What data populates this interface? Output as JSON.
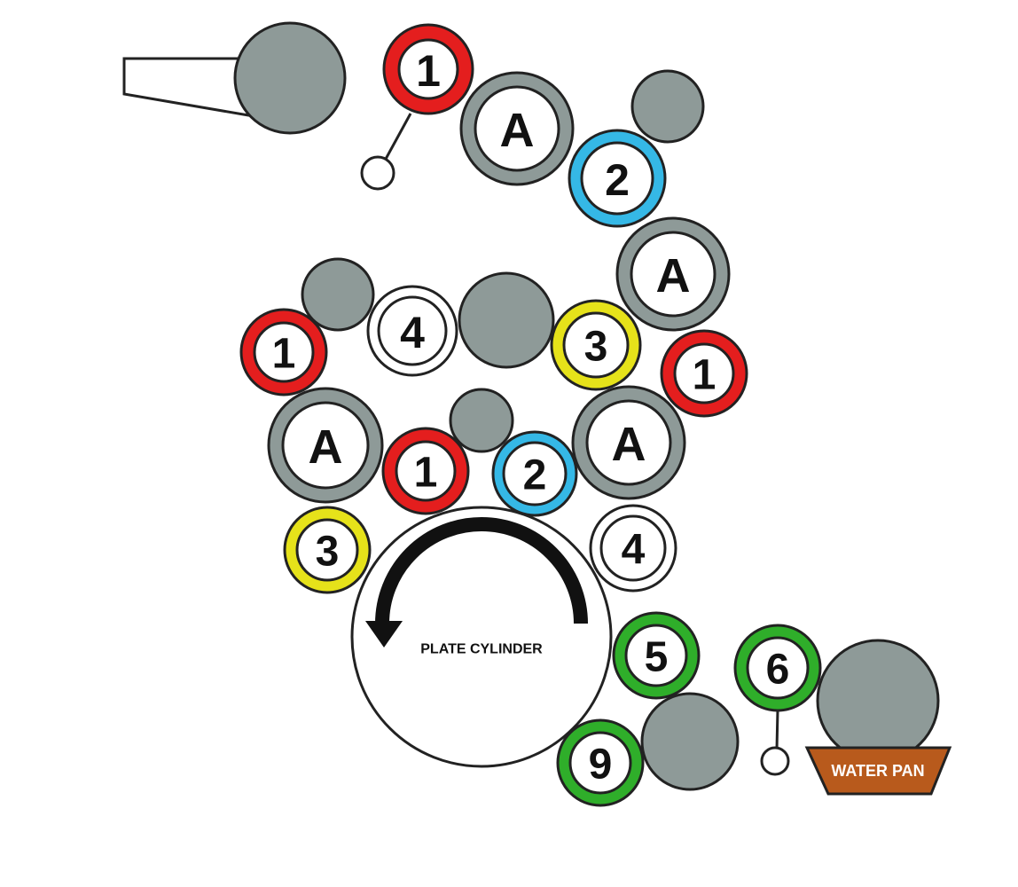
{
  "colors": {
    "red": "#e41e1e",
    "blue": "#35b8e6",
    "yellow": "#e6e21a",
    "green": "#2fae2a",
    "white_ring": "#ffffff",
    "gray": "#8e9a98",
    "stroke": "#222222",
    "water_pan": "#b85a1c"
  },
  "labels": {
    "plate_cylinder": "PLATE CYLINDER",
    "water_pan": "WATER PAN"
  },
  "rollers": [
    {
      "id": "r1-top",
      "label": "1",
      "ring": "red"
    },
    {
      "id": "rA-top",
      "label": "A",
      "ring": "gray"
    },
    {
      "id": "r2-top",
      "label": "2",
      "ring": "blue"
    },
    {
      "id": "rA-right",
      "label": "A",
      "ring": "gray"
    },
    {
      "id": "r4-mid",
      "label": "4",
      "ring": "white_ring"
    },
    {
      "id": "r1-left",
      "label": "1",
      "ring": "red"
    },
    {
      "id": "r3-mid",
      "label": "3",
      "ring": "yellow"
    },
    {
      "id": "r1-right",
      "label": "1",
      "ring": "red"
    },
    {
      "id": "rA-left",
      "label": "A",
      "ring": "gray"
    },
    {
      "id": "r1-center",
      "label": "1",
      "ring": "red"
    },
    {
      "id": "r2-center",
      "label": "2",
      "ring": "blue"
    },
    {
      "id": "rA-center-right",
      "label": "A",
      "ring": "gray"
    },
    {
      "id": "r3-low",
      "label": "3",
      "ring": "yellow"
    },
    {
      "id": "r4-low",
      "label": "4",
      "ring": "white_ring"
    },
    {
      "id": "r5",
      "label": "5",
      "ring": "green"
    },
    {
      "id": "r6",
      "label": "6",
      "ring": "green"
    },
    {
      "id": "r9",
      "label": "9",
      "ring": "green"
    }
  ]
}
